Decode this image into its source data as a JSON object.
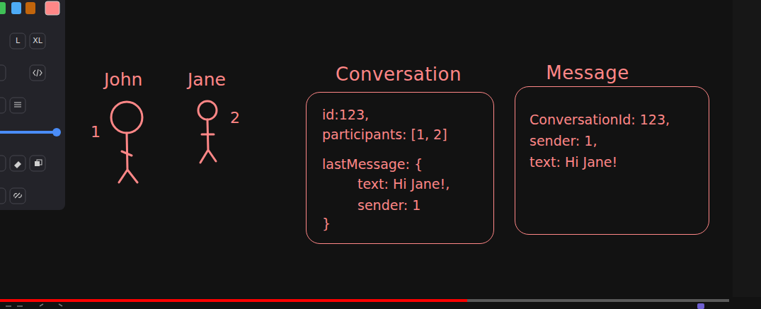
{
  "diagram": {
    "nodes": [
      {
        "text": [
          "Conversation",
          "id:123,",
          "participants: [1, 2]",
          "lastMessage: {",
          "text: Hi Jane!,",
          "sender: 1",
          "}"
        ]
      },
      {
        "text": [
          "Message",
          "ConversationId: 123,",
          "sender: 1,",
          "text: Hi Jane!"
        ]
      }
    ],
    "labels": [
      "John",
      "Jane",
      "1",
      "2",
      "L",
      "XL"
    ]
  }
}
